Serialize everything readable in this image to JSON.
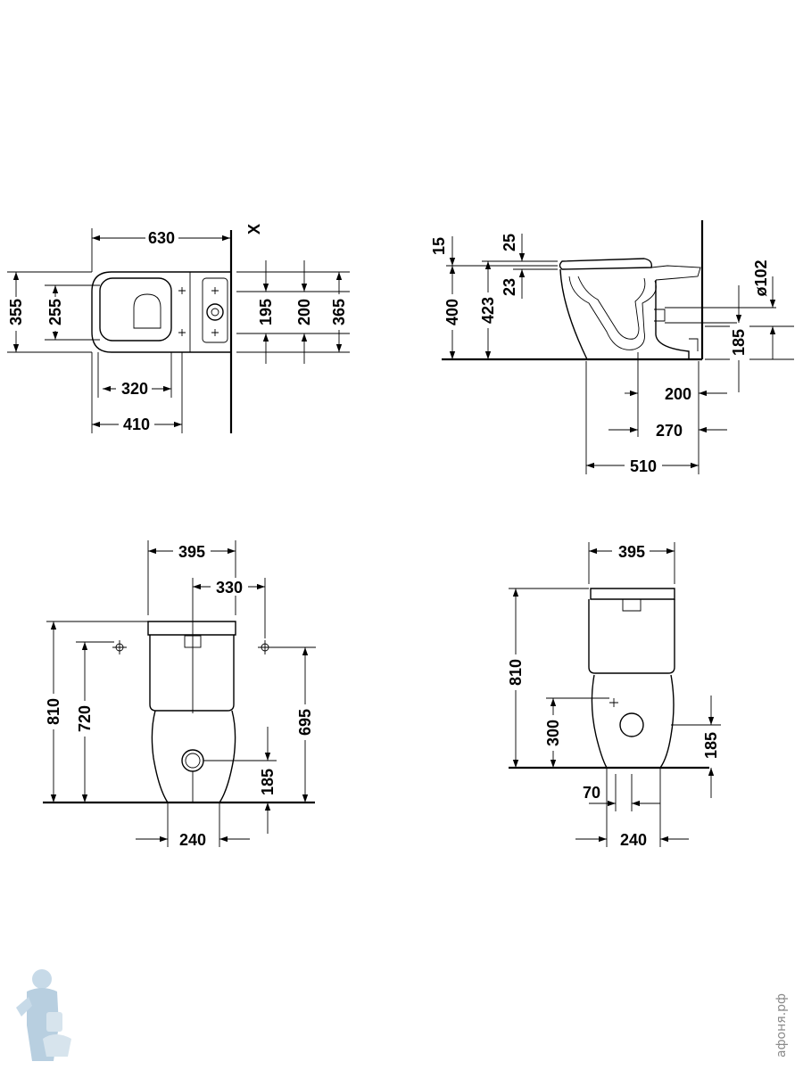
{
  "views": {
    "top_view": {
      "labels": {
        "width_total": "630",
        "x_mark": "X",
        "depth_355": "355",
        "depth_255": "255",
        "d_195": "195",
        "d_200": "200",
        "d_365": "365",
        "w_320": "320",
        "w_410": "410"
      }
    },
    "side_view": {
      "labels": {
        "h_15": "15",
        "h_25": "25",
        "h_23": "23",
        "h_400": "400",
        "h_423": "423",
        "dia_102": "ø102",
        "h_185": "185",
        "w_200": "200",
        "w_270": "270",
        "w_510": "510"
      }
    },
    "front_view": {
      "labels": {
        "w_395": "395",
        "w_330": "330",
        "h_810": "810",
        "h_720": "720",
        "h_695": "695",
        "h_185": "185",
        "w_240": "240"
      }
    },
    "back_view": {
      "labels": {
        "w_395": "395",
        "h_810": "810",
        "h_300": "300",
        "h_185": "185",
        "w_70": "70",
        "w_240": "240"
      }
    }
  },
  "watermark": {
    "text": "афоня.рф"
  }
}
